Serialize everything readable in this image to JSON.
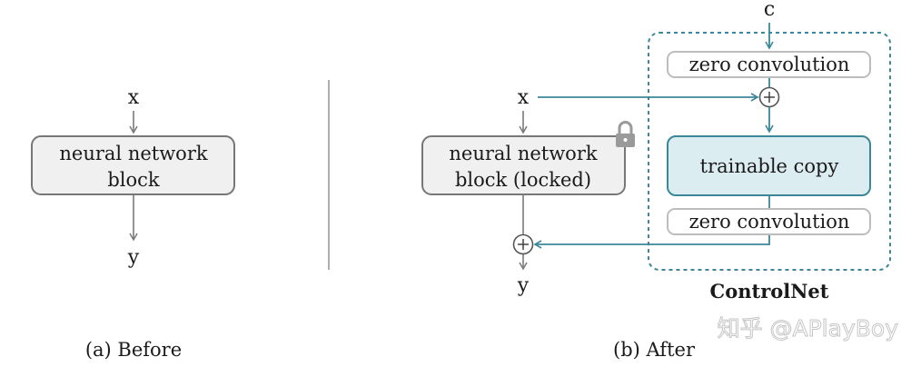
{
  "panel_a": {
    "input_label": "x",
    "block_line1": "neural network",
    "block_line2": "block",
    "output_label": "y",
    "caption": "(a) Before"
  },
  "panel_b": {
    "input_label": "x",
    "block_line1": "neural network",
    "block_line2": "block (locked)",
    "output_label": "y",
    "caption": "(b) After"
  },
  "controlnet": {
    "condition_label": "c",
    "zero_conv_top": "zero convolution",
    "trainable_copy": "trainable copy",
    "zero_conv_bottom": "zero convolution",
    "title": "ControlNet",
    "plus_symbol": "+"
  },
  "watermark": "知乎 @APlayBoy",
  "colors": {
    "teal": "#3b8798",
    "gray": "#7a7a7a",
    "trainable_fill": "#dcedf2",
    "block_fill": "#f0f0f0"
  }
}
